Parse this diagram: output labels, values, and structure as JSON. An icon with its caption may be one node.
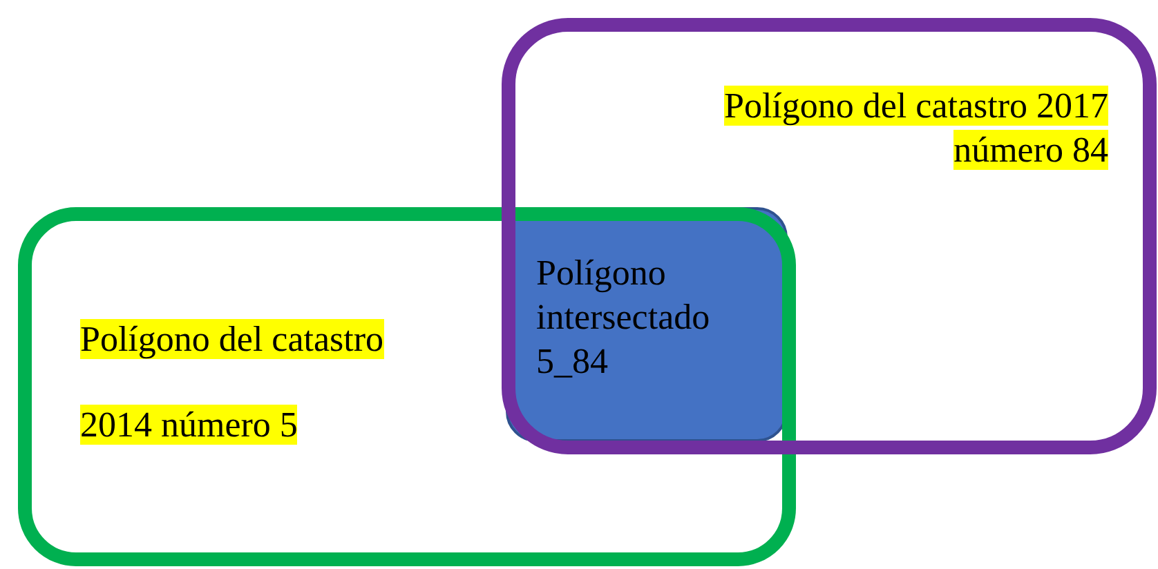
{
  "diagram": {
    "nodes": [
      {
        "text": [
          "Polígono del catastro 2017 número 84"
        ]
      },
      {
        "text": [
          "Polígono del catastro",
          "2014 número 5"
        ]
      },
      {
        "text": [
          "Polígono intersectado 5_84"
        ]
      }
    ]
  }
}
